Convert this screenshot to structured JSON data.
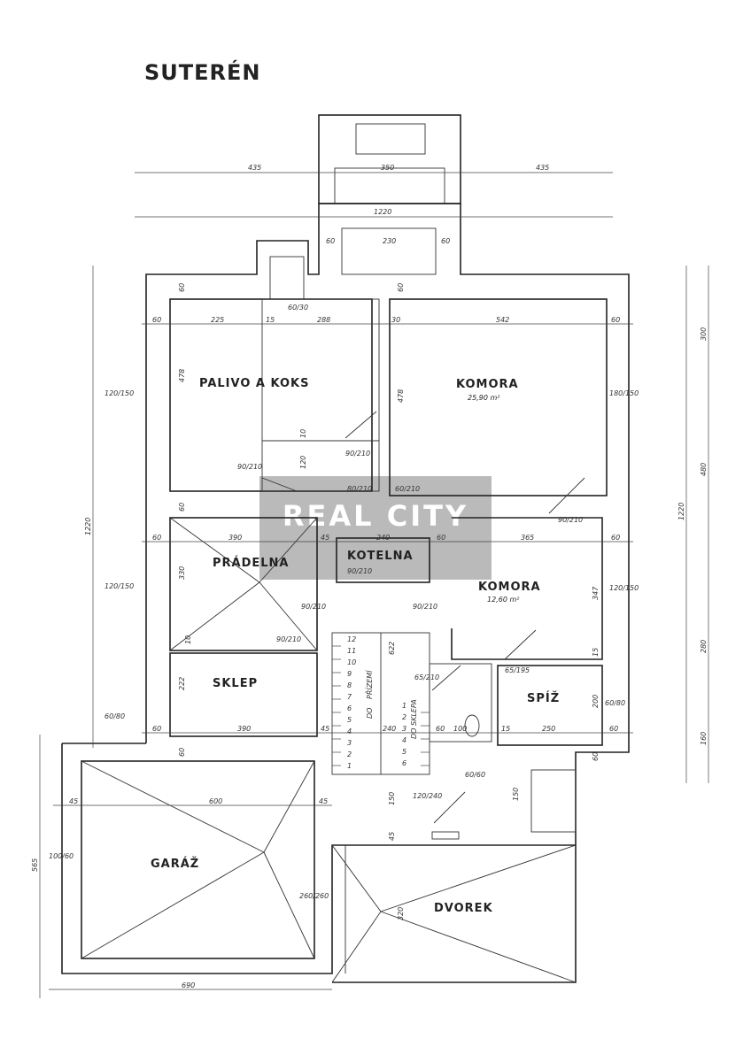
{
  "title": "SUTERÉN",
  "rooms": [
    {
      "name": "PALIVO A KOKS",
      "area": ""
    },
    {
      "name": "KOMORA",
      "area": "25,90 m²"
    },
    {
      "name": "PRÁDELNA",
      "area": ""
    },
    {
      "name": "KOTELNA",
      "area": ""
    },
    {
      "name": "KOMORA",
      "area": "12,60 m²"
    },
    {
      "name": "SKLEP",
      "area": ""
    },
    {
      "name": "SPÍŽ",
      "area": ""
    },
    {
      "name": "GARÁŽ",
      "area": ""
    },
    {
      "name": "DVOREK",
      "area": ""
    }
  ],
  "stairs": {
    "up_label": "PŘÍZEMÍ",
    "up_prefix": "DO",
    "down_label": "DO SKLEPA",
    "steps_up": [
      "1",
      "2",
      "3",
      "4",
      "5",
      "6",
      "7",
      "8",
      "9",
      "10",
      "11",
      "12"
    ],
    "steps_down": [
      "1",
      "2",
      "3",
      "4",
      "5",
      "6"
    ]
  },
  "dimensions": {
    "top_row": [
      "435",
      "350",
      "435"
    ],
    "overall_width": "1220",
    "porch": [
      "60",
      "230",
      "60"
    ],
    "row_1": [
      "60",
      "225",
      "15",
      "288",
      "30",
      "542",
      "60"
    ],
    "row_2": [
      "60",
      "390",
      "45",
      "240",
      "60",
      "365",
      "60"
    ],
    "row_3": [
      "60",
      "390",
      "45",
      "240",
      "60",
      "100",
      "15",
      "250",
      "60"
    ],
    "garage_row": [
      "45",
      "600",
      "45"
    ],
    "bottom": "690",
    "left_overall": "1220",
    "left_garage": "565",
    "right_chain": [
      "300",
      "480",
      "280",
      "160"
    ],
    "right_overall": "1220",
    "vertical_misc": [
      "60",
      "478",
      "60",
      "330",
      "10",
      "222",
      "60",
      "60",
      "478",
      "347",
      "15",
      "200",
      "60",
      "622",
      "150",
      "45",
      "150",
      "320",
      "10",
      "120"
    ],
    "windows": [
      "120/150",
      "120/150",
      "60/80",
      "100/60",
      "180/150",
      "120/150",
      "60/80",
      "60/30"
    ],
    "doors": [
      "90/210",
      "90/210",
      "80/210",
      "60/210",
      "90/210",
      "90/210",
      "90/210",
      "90/210",
      "65/210",
      "65/195",
      "90/210",
      "120/240",
      "260/260",
      "60/60"
    ]
  },
  "watermark": "REAL CITY"
}
